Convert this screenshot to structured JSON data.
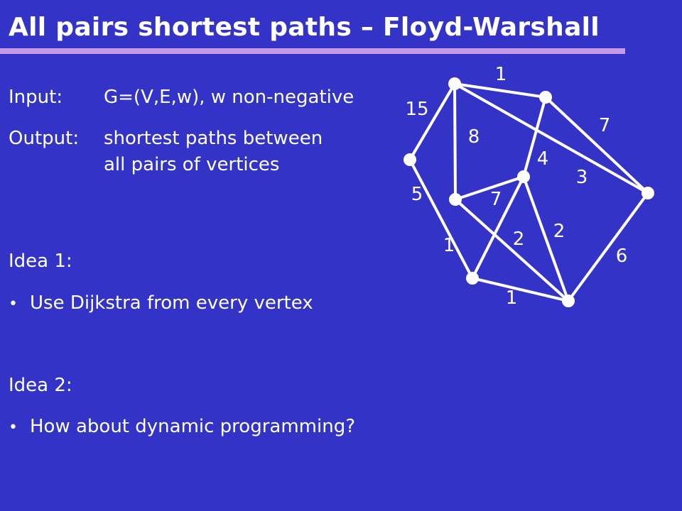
{
  "title": "All pairs shortest paths – Floyd-Warshall",
  "input": {
    "label": "Input:",
    "text": "G=(V,E,w), w non-negative"
  },
  "output": {
    "label": "Output:",
    "line1": "shortest paths between",
    "line2": "all pairs of vertices"
  },
  "idea1": {
    "heading": "Idea 1:",
    "bullet": "Use Dijkstra from every vertex"
  },
  "idea2": {
    "heading": "Idea 2:",
    "bullet": "How about dynamic programming?"
  },
  "bullet_symbol": "•",
  "colors": {
    "background": "#3333c8",
    "title_rule": "#c89be6",
    "text": "#ffffff"
  },
  "graph": {
    "edges": [
      {
        "from": "A",
        "to": "B",
        "weight": "1"
      },
      {
        "from": "A",
        "to": "C",
        "weight": "15"
      },
      {
        "from": "A",
        "to": "D",
        "weight": "8"
      },
      {
        "from": "A",
        "to": "E",
        "weight": "3"
      },
      {
        "from": "B",
        "to": "E",
        "weight": "7"
      },
      {
        "from": "B",
        "to": "G",
        "weight": "4"
      },
      {
        "from": "C",
        "to": "F",
        "weight": "5"
      },
      {
        "from": "D",
        "to": "G",
        "weight": "7"
      },
      {
        "from": "D",
        "to": "H",
        "weight": "2"
      },
      {
        "from": "E",
        "to": "H",
        "weight": "6"
      },
      {
        "from": "F",
        "to": "G",
        "weight": "1"
      },
      {
        "from": "F",
        "to": "H",
        "weight": "1"
      },
      {
        "from": "G",
        "to": "H",
        "weight": "2"
      }
    ]
  }
}
